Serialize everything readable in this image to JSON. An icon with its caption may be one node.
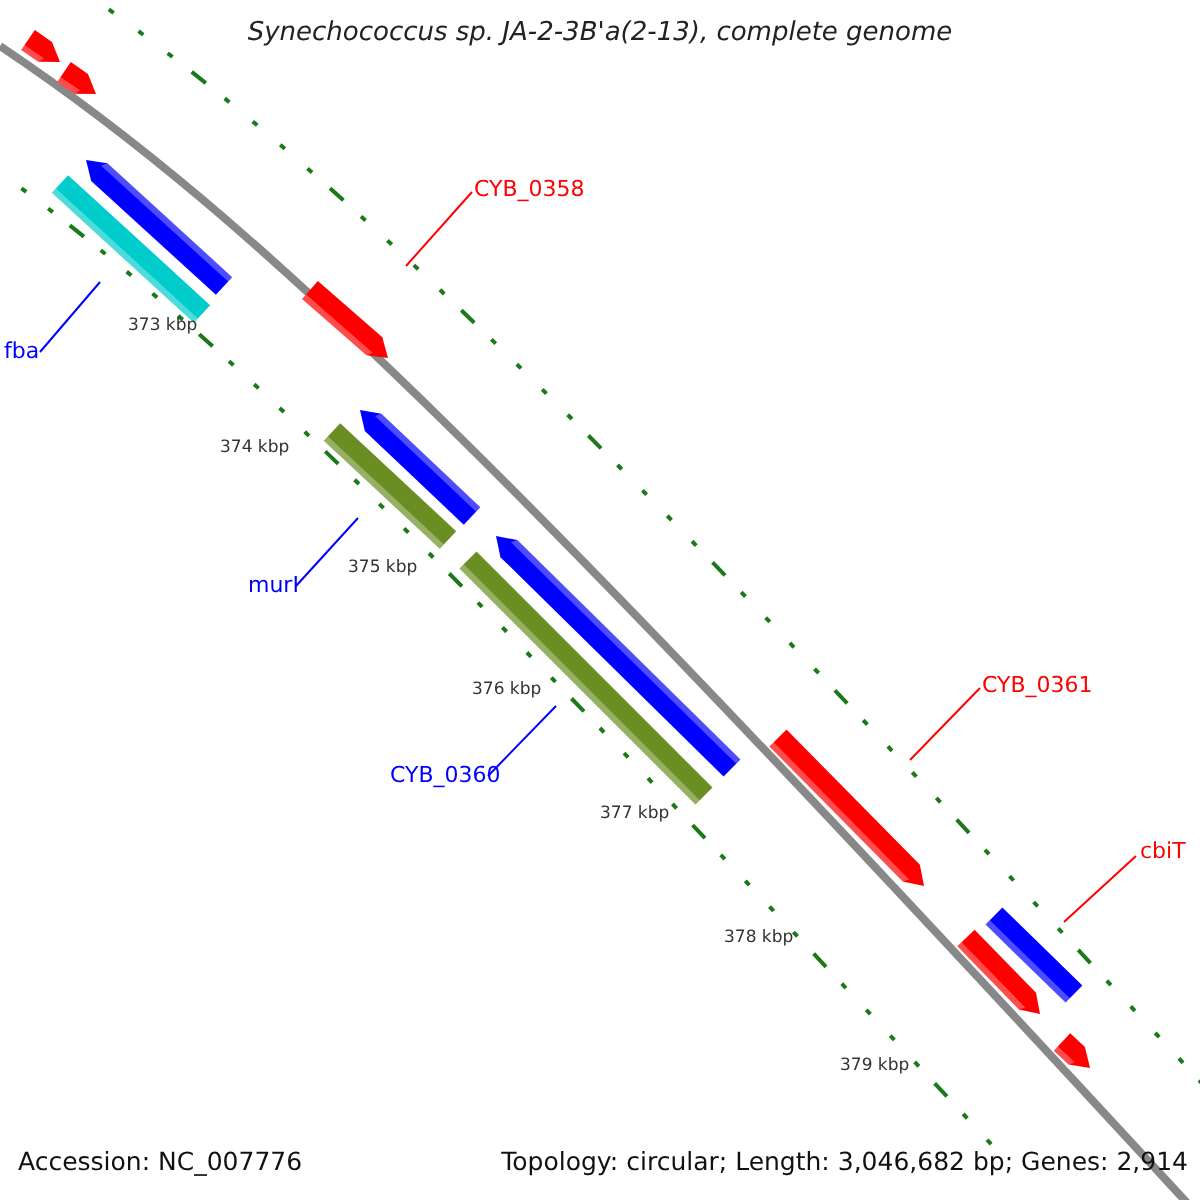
{
  "diagram": {
    "title": "Synechococcus sp. JA-2-3B'a(2-13), complete genome",
    "nodes": [
      {
        "text": [],
        "shape": "pentagon"
      },
      {
        "text": [],
        "shape": "pentagon"
      },
      {
        "text": [],
        "shape": "pentagon"
      },
      {
        "text": [],
        "shape": "bar"
      },
      {
        "text": [
          "fba"
        ]
      },
      {
        "text": [
          "CYB_0358"
        ]
      },
      {
        "text": [],
        "shape": "pentagon"
      },
      {
        "text": [],
        "shape": "pentagon"
      },
      {
        "text": [],
        "shape": "bar"
      },
      {
        "text": [
          "murI"
        ]
      },
      {
        "text": [],
        "shape": "pentagon"
      },
      {
        "text": [],
        "shape": "bar"
      },
      {
        "text": [
          "CYB_0360"
        ]
      },
      {
        "text": [
          "CYB_0361"
        ]
      },
      {
        "text": [],
        "shape": "pentagon"
      },
      {
        "text": [
          "cbiT"
        ]
      },
      {
        "text": [],
        "shape": "bar"
      },
      {
        "text": [],
        "shape": "pentagon"
      },
      {
        "text": [],
        "shape": "pentagon"
      }
    ],
    "edges": [
      {
        "from": 4,
        "to": 3,
        "arrow": "none"
      },
      {
        "from": 5,
        "to": 6,
        "arrow": "none",
        "color": "#ff0000"
      },
      {
        "from": 9,
        "to": 8,
        "arrow": "none"
      },
      {
        "from": 12,
        "to": 11,
        "arrow": "none"
      },
      {
        "from": 13,
        "to": 14,
        "arrow": "none",
        "color": "#ff0000"
      },
      {
        "from": 15,
        "to": 16,
        "arrow": "none",
        "color": "#ff0000"
      }
    ],
    "labels": [
      "373 kbp",
      "374 kbp",
      "375 kbp",
      "376 kbp",
      "377 kbp",
      "378 kbp",
      "379 kbp",
      "Accession: NC_007776",
      "Topology: circular; Length: 3,046,682 bp; Genes: 2,914"
    ]
  }
}
